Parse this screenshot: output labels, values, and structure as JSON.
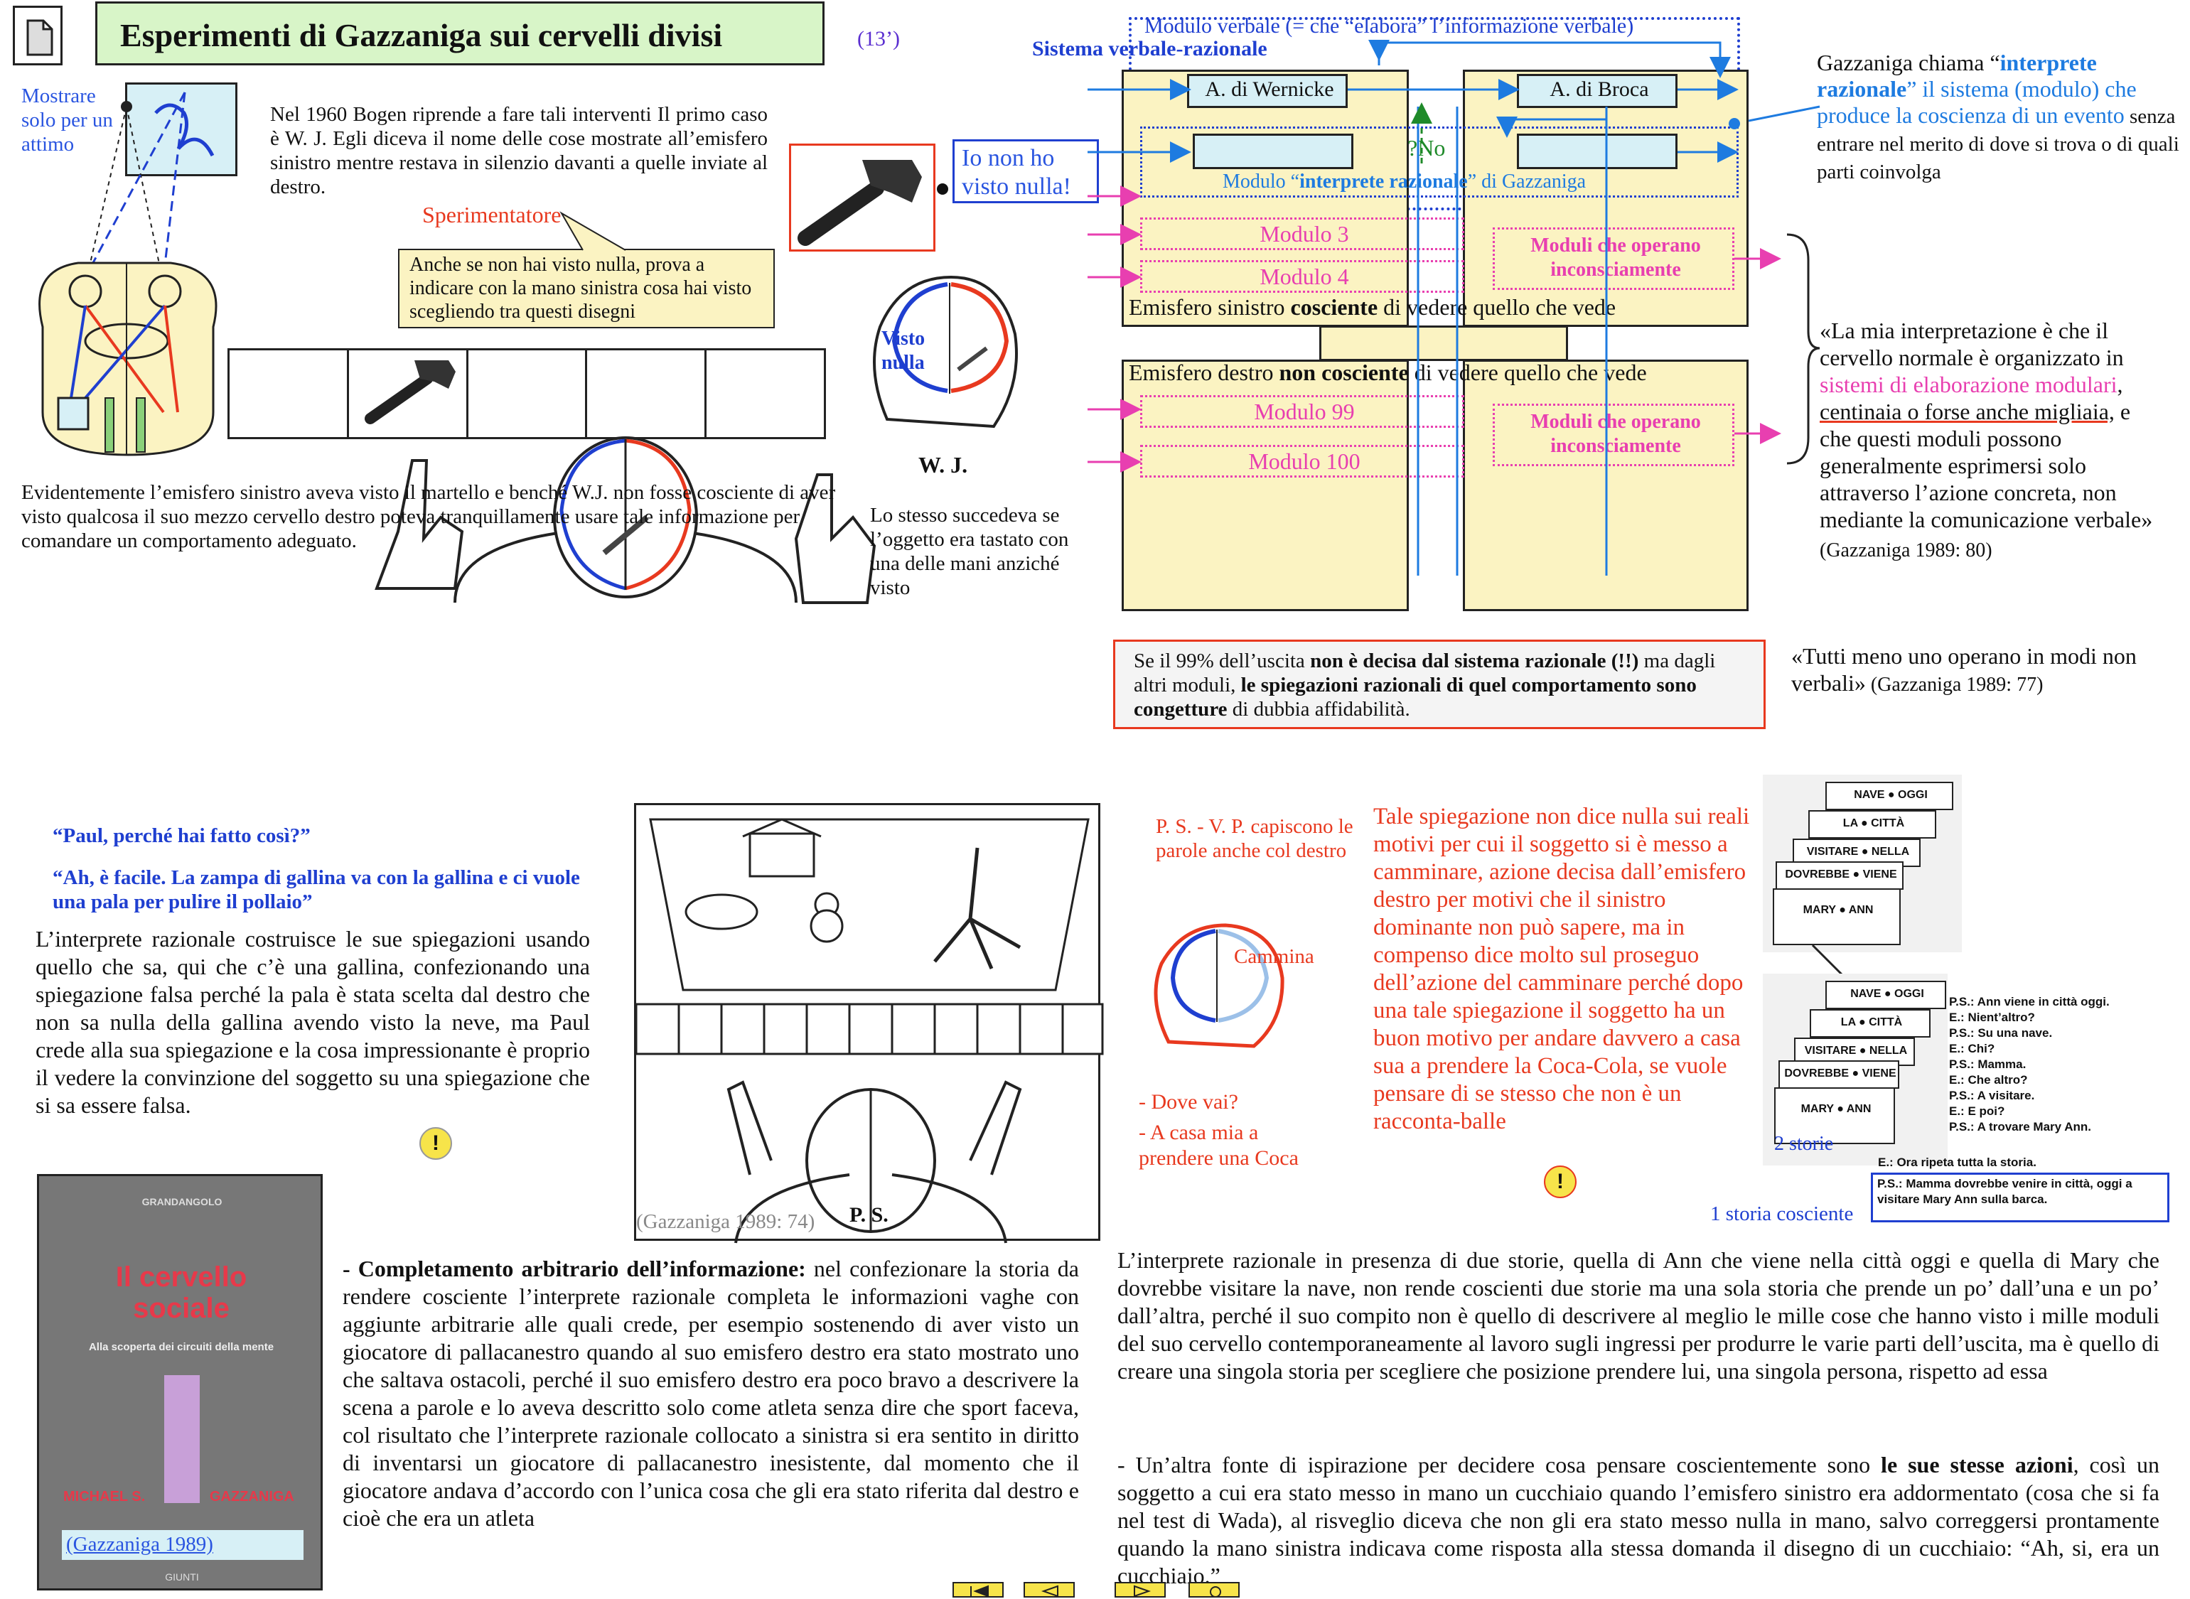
{
  "header": {
    "title": "Esperimenti di Gazzaniga sui cervelli divisi",
    "counter": "(13’)"
  },
  "left_panel": {
    "show_label": "Mostrare solo per un attimo",
    "intro": "Nel 1960 Bogen riprende a fare tali interventi Il primo caso è W. J. Egli diceva il nome delle cose mostrate all’emisfero sinistro mentre restava in silenzio davanti a quelle inviate al destro.",
    "experimenter_label": "Sperimentatore",
    "speech_experimenter": "Anche se non hai visto nulla, prova a indicare con la mano sinistra cosa hai visto scegliendo tra questi disegni",
    "conclusion": "Evidentemente l’emisfero sinistro aveva visto il martello e benché W.J. non fosse cosciente di aver visto qualcosa il suo mezzo cervello destro poteva tranquillamente usare tale informazione per comandare un comportamento adeguato."
  },
  "wj_panel": {
    "speech": "Io non ho visto nulla!",
    "brain_label": "Visto nulla",
    "name": "W. J.",
    "note": "Lo stesso succedeva se l’oggetto era tastato con una delle mani anziché visto"
  },
  "diagram": {
    "verbal_module": "Modulo verbale (= che “elabora” l’informazione verbale)",
    "verbal_system": "Sistema verbale-razionale",
    "wernicke": "A. di Wernicke",
    "broca": "A. di Broca",
    "no_label": "?No",
    "interpreter_module_prefix": "Modulo “",
    "interpreter_module_bold": "interprete razionale",
    "interpreter_module_suffix": "” di Gazzaniga",
    "module3": "Modulo 3",
    "module4": "Modulo 4",
    "unconscious_modules": "Moduli che operano inconsciamente",
    "left_hemisphere_a": "Emisfero sinistro ",
    "left_hemisphere_b": "cosciente",
    "left_hemisphere_c": " di vedere quello che vede",
    "right_hemisphere_a": "Emisfero destro ",
    "right_hemisphere_b": "non cosciente",
    "right_hemisphere_c": " di vedere quello che vede",
    "module99": "Modulo 99",
    "module100": "Modulo 100",
    "unconscious_modules_2": "Moduli che operano inconsciamente"
  },
  "right_notes": {
    "gazz_a": "Gazzaniga chiama “",
    "gazz_b": "interprete razionale",
    "gazz_c": "” il sistema (modulo) che produce la coscienza di un evento",
    "gazz_d": " senza entrare nel merito di dove si trova o di quali parti coinvolga",
    "quote_a": "«La mia interpretazione è che il cervello normale è organizzato in ",
    "quote_b": "sistemi di elaborazione modulari",
    "quote_c": ", centinaia o forse anche migliaia,",
    "quote_d": " e che questi moduli possono generalmente esprimersi solo attraverso l’azione concreta, non mediante la comunicazione verbale»",
    "quote_cite": " (Gazzaniga 1989: 80)",
    "quote2": "«Tutti meno uno operano in modi non verbali»",
    "quote2_cite": " (Gazzaniga 1989: 77)"
  },
  "warning_box": {
    "a": "Se il 99% dell’uscita ",
    "b": "non è decisa dal sistema razionale (!!)",
    "c": " ma dagli altri moduli, ",
    "d": "le spiegazioni razionali di quel comportamento sono congetture",
    "e": " di dubbia affidabilità."
  },
  "paul": {
    "q": "“Paul, perché hai fatto così?”",
    "a": "“Ah, è facile. La zampa di gallina va con la gallina e ci vuole una pala per pulire il pollaio”",
    "text": "L’interprete razionale costruisce le sue spiegazioni usando quello che sa, qui che c’è una gallina, confezionando una spiegazione falsa perché la pala è stata scelta dal destro che non sa nulla della gallina avendo visto la neve, ma Paul crede alla sua spiegazione e la cosa impressionante è proprio il vedere la convinzione del soggetto su una spiegazione che si sa essere falsa.",
    "ps_label": "P. S.",
    "cite": "(Gazzaniga 1989: 74)"
  },
  "book": {
    "series": "GRANDANGOLO",
    "title": "Il cervello sociale",
    "subtitle": "Alla scoperta dei circuiti della mente",
    "author_a": "MICHAEL S.",
    "author_b": "GAZZANIGA",
    "publisher": "GIUNTI",
    "cite": "(Gazzaniga 1989)"
  },
  "completion": {
    "bold": "- Completamento arbitrario dell’informazione:",
    "text": " nel confezionare la storia da rendere cosciente l’interprete razionale completa le informazioni vaghe con aggiunte arbitrarie alle quali crede, per esempio sostenendo di aver visto un giocatore di pallacanestro quando al suo emisfero destro era stato mostrato uno che saltava ostacoli, perché il suo emisfero destro era poco bravo a descrivere la scena a parole e lo aveva descritto solo come atleta senza dire che sport faceva, col risultato che l’interprete razionale collocato a sinistra si era sentito in diritto di inventarsi un giocatore di pallacanestro inesistente, dal momento che il giocatore andava d’accordo con l’unica cosa che gli era stato riferita dal destro e cioè che era un atleta"
  },
  "walk": {
    "ps_note": "P. S. - V. P. capiscono le parole anche col destro",
    "cammina": "Cammina",
    "q": "- Dove vai?",
    "a": "- A casa mia a prendere una Coca",
    "text": "Tale spiegazione non dice nulla sui reali motivi per cui il soggetto si è messo a camminare, azione decisa dall’emisfero destro per motivi che il sinistro dominante non può sapere, ma in compenso dice molto sul proseguo dell’azione del camminare perché dopo una tale spiegazione il soggetto ha un buon motivo per andare davvero a casa sua a prendere la Coca-Cola, se vuole pensare di se stesso che non è un racconta-balle"
  },
  "cards": {
    "words": [
      "NAVE ● OGGI",
      "LA ● CITTÀ",
      "VISITARE ● NELLA",
      "DOVREBBE ● VIENE",
      "MARY ● ANN"
    ],
    "dialog": [
      "P.S.: Ann viene in città oggi.",
      "E.: Nient’altro?",
      "P.S.: Su una nave.",
      "E.: Chi?",
      "P.S.: Mamma.",
      "E.: Che altro?",
      "P.S.: A visitare.",
      "E.: E poi?",
      "P.S.: A trovare Mary Ann.",
      "E.: Ora ripeta tutta la storia.",
      "P.S.: Mamma dovrebbe venire in città, oggi a visitare Mary Ann sulla barca."
    ],
    "two_stories": "2 storie",
    "one_story": "1 storia cosciente"
  },
  "bottom_right": {
    "p1": "L’interprete razionale in presenza di due storie, quella di Ann che viene nella città oggi e quella di Mary che dovrebbe visitare la nave, non rende coscienti due storie ma una sola storia che prende un po’ dall’una e un po’ dall’altra, perché il suo compito non è quello di descrivere al meglio le mille cose che hanno visto i mille moduli del suo cervello contemporaneamente al lavoro sugli ingressi per produrre le varie parti dell’uscita, ma è quello di creare una singola storia per scegliere che posizione prendere lui, una singola persona, rispetto ad essa",
    "p2_a": "- Un’altra fonte di ispirazione per decidere cosa pensare coscientemente sono ",
    "p2_b": "le sue stesse azioni",
    "p2_c": ", così un soggetto a cui era stato messo in mano un cucchiaio quando l’emisfero sinistro era addormentato (cosa che si fa nel test di Wada), al risveglio diceva che non gli era stato messo nulla in mano, salvo correggersi prontamente quando la mano sinistra indicava come risposta alla stessa domanda il disegno di un cucchiaio: “Ah, si, era un cucchiaio.”"
  },
  "icons": {
    "doc": "document-icon",
    "warn": "exclamation-icon",
    "hammer": "hammer-icon",
    "nav_first": "first-page-icon",
    "nav_prev": "previous-page-icon",
    "nav_next": "next-page-icon",
    "nav_home": "home-icon"
  },
  "colors": {
    "title_bg": "#d8f5c8",
    "panel_yellow": "#fbf3c2",
    "blue": "#1f3fd0",
    "light_blue": "#1e7be0",
    "red": "#e8391f",
    "magenta": "#e83fb0"
  }
}
